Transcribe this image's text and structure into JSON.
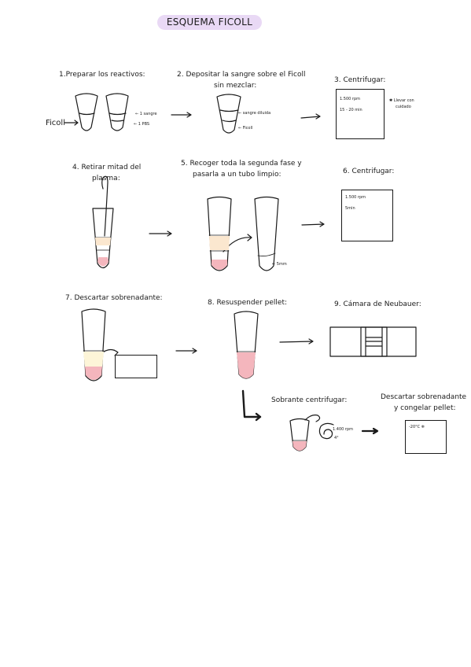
{
  "title": "ESQUEMA FICOLL",
  "steps": {
    "s1": "1.Preparar los reactivos:",
    "s2_l1": "2. Depositar la sangre sobre el Ficoll",
    "s2_l2": "sin mezclar:",
    "s3": "3. Centrifugar:",
    "s4_l1": "4. Retirar mitad del",
    "s4_l2": "plasma:",
    "s5_l1": "5. Recoger toda la segunda fase y",
    "s5_l2": "pasarla a un tubo limpio:",
    "s6": "6. Centrifugar:",
    "s7": "7. Descartar sobrenadante:",
    "s8": "8. Resuspender pellet:",
    "s9": "9. Cámara de Neubauer:",
    "s10": "Sobrante centrifugar:",
    "s11_l1": "Descartar sobrenadante",
    "s11_l2": "y congelar pellet:"
  },
  "labels": {
    "ficoll": "Ficoll",
    "sangre": "← 1 sangre",
    "pbs": "← 1 PBS",
    "sangre_diluida": "← sangre diluida",
    "ficoll_small": "← Ficoll",
    "rpm1": "1.500 rpm",
    "time1": "15 - 20 min",
    "cuidado_l1": "✱ Llevar con",
    "cuidado_l2": "cuidado",
    "rpm2": "1.500 rpm",
    "time2": "5min",
    "vol": "← 5mm",
    "rpm3": "1.400 rpm",
    "temp3": "4°",
    "freezer": "-20°C ❄"
  },
  "colors": {
    "title_pill": "#e9d9f5",
    "pellet": "#f4b6bd",
    "plasma": "#fbe7cf"
  }
}
